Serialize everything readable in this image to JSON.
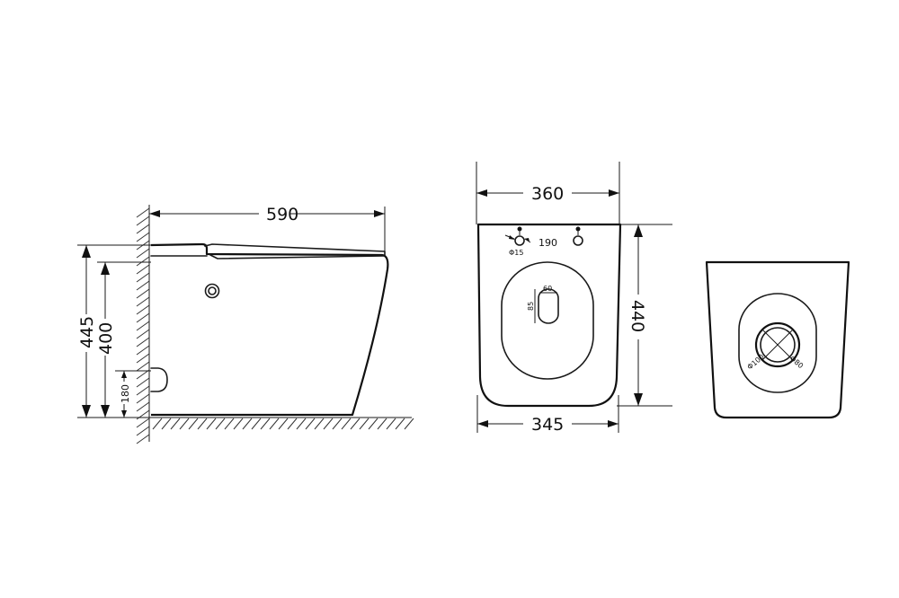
{
  "side_view": {
    "length": "590",
    "total_height": "445",
    "seat_height": "400",
    "outlet_height": "180"
  },
  "top_view": {
    "width_top": "360",
    "hole_spacing": "190",
    "hole_diameter": "Φ15",
    "depth": "440",
    "width_bottom": "345",
    "outlet_width": "60",
    "outlet_length": "85"
  },
  "bottom_view": {
    "outer_diameter": "Φ100",
    "inner_diameter": "Φ80"
  }
}
